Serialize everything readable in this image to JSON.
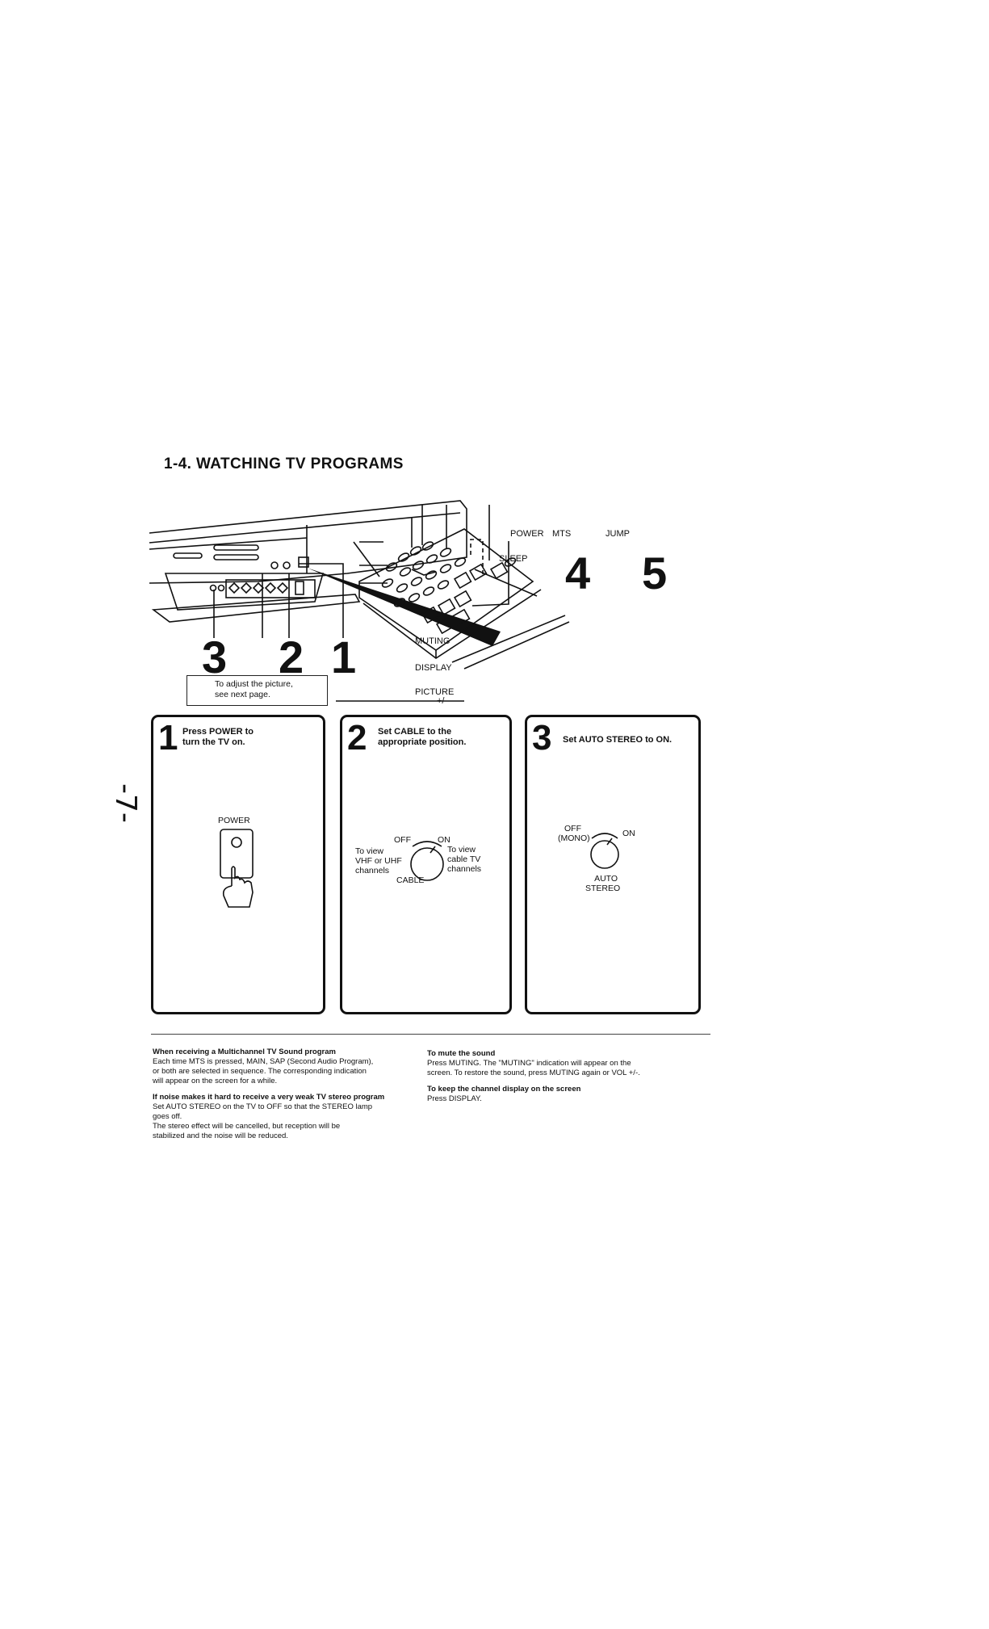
{
  "page": {
    "side_number": "-7-",
    "title": "1-4.  WATCHING TV PROGRAMS"
  },
  "diagram": {
    "callouts": {
      "n1": "1",
      "n2": "2",
      "n3": "3",
      "n4": "4",
      "n5": "5"
    },
    "remote_labels": {
      "power": "POWER",
      "mts": "MTS",
      "jump": "JUMP",
      "sleep": "SLEEP",
      "muting": "MUTING",
      "display": "DISPLAY",
      "picture": "PICTURE",
      "picture_sub": "+/-"
    },
    "note_line1": "To adjust the picture,",
    "note_line2": "see next page."
  },
  "steps": [
    {
      "num": "1",
      "text_line1": "Press POWER to",
      "text_line2": "turn the TV on.",
      "illus_label": "POWER"
    },
    {
      "num": "2",
      "text_line1": "Set CABLE to the",
      "text_line2": "appropriate position.",
      "off": "OFF",
      "on": "ON",
      "left_line1": "To view",
      "left_line2": "VHF or UHF",
      "left_line3": "channels",
      "right_line1": "To view",
      "right_line2": "cable TV",
      "right_line3": "channels",
      "bottom": "CABLE"
    },
    {
      "num": "3",
      "text": "Set AUTO STEREO to ON.",
      "off_line1": "OFF",
      "off_line2": "(MONO)",
      "on": "ON",
      "bottom_line1": "AUTO",
      "bottom_line2": "STEREO"
    }
  ],
  "notes": {
    "left": [
      {
        "heading": "When receiving a Multichannel TV Sound program",
        "lines": [
          "Each time MTS is pressed, MAIN, SAP (Second Audio Program),",
          "or both are selected in sequence. The corresponding indication",
          "will appear on the screen for a while."
        ]
      },
      {
        "heading": "If noise makes it hard to receive a very weak TV stereo program",
        "lines": [
          "Set AUTO STEREO on the TV to OFF so that the STEREO lamp",
          "goes off.",
          "The stereo effect will be cancelled, but reception will be",
          "stabilized and the noise will be reduced."
        ]
      }
    ],
    "right": [
      {
        "heading": "To mute the sound",
        "lines": [
          "Press MUTING. The \"MUTING\" indication will appear on the",
          "screen. To restore the sound, press MUTING again or VOL +/-."
        ]
      },
      {
        "heading": "To keep the channel display on the screen",
        "lines": [
          "Press DISPLAY."
        ]
      }
    ]
  }
}
